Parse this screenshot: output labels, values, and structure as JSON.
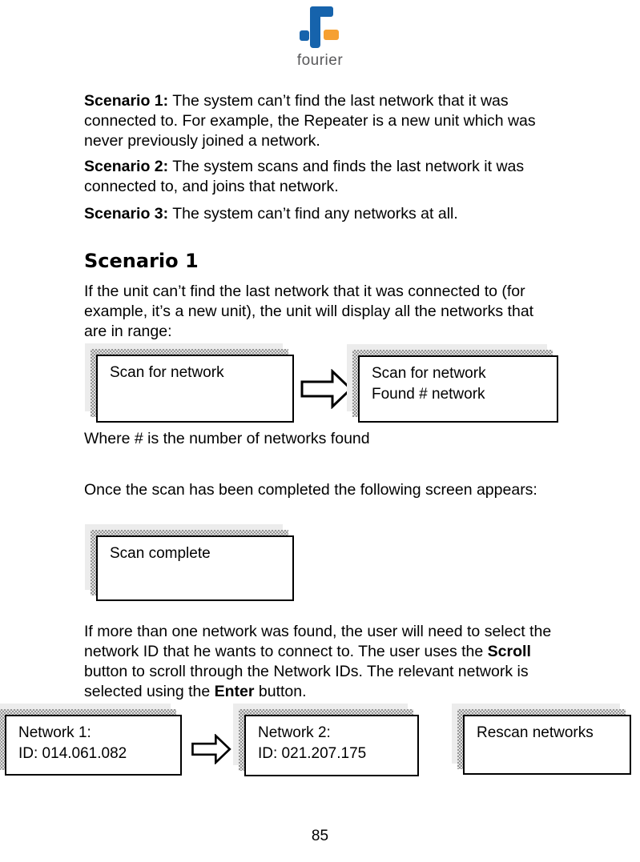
{
  "logo": {
    "brand": "fourier"
  },
  "colors": {
    "logo_blue": "#1663ac",
    "logo_orange": "#f6a032",
    "brand_text": "#58585a"
  },
  "intro_paragraphs": [
    {
      "lead": "Scenario 1:",
      "text": " The system can’t find the last network that it was connected to. For example, the Repeater is a new unit which was never previously joined a network."
    },
    {
      "lead": "Scenario 2:",
      "text": " The system scans and finds the last network it was connected to, and joins that network."
    },
    {
      "lead": "Scenario 3:",
      "text": " The system can’t find any networks at all."
    }
  ],
  "section": {
    "heading": "Scenario 1",
    "body": "If the unit can’t find the last network that it was connected to (for example, it’s a new unit), the unit will display all the networks that are in range:"
  },
  "scan_diagram": {
    "left_box_line1": "Scan for network",
    "right_box_line1": "Scan for network",
    "right_box_line2": "Found # network",
    "caption": "Where # is the number of networks found"
  },
  "scan_complete": {
    "intro": "Once the scan has been completed the following screen appears:",
    "box_line1": "Scan complete"
  },
  "select_paragraph": {
    "segments": [
      {
        "text": "If more than one network was found, the user will need to select the network ID that he wants to connect to. The user uses the ",
        "bold": false
      },
      {
        "text": "Scroll",
        "bold": true
      },
      {
        "text": " button to scroll through the Network IDs. The relevant network is selected using the ",
        "bold": false
      },
      {
        "text": "Enter",
        "bold": true
      },
      {
        "text": " button.",
        "bold": false
      }
    ]
  },
  "network_row": {
    "box1_line1": "Network 1:",
    "box1_line2": "ID: 014.061.082",
    "box2_line1": "Network 2:",
    "box2_line2": "ID: 021.207.175",
    "box3_line1": "Rescan networks"
  },
  "page_number": "85"
}
